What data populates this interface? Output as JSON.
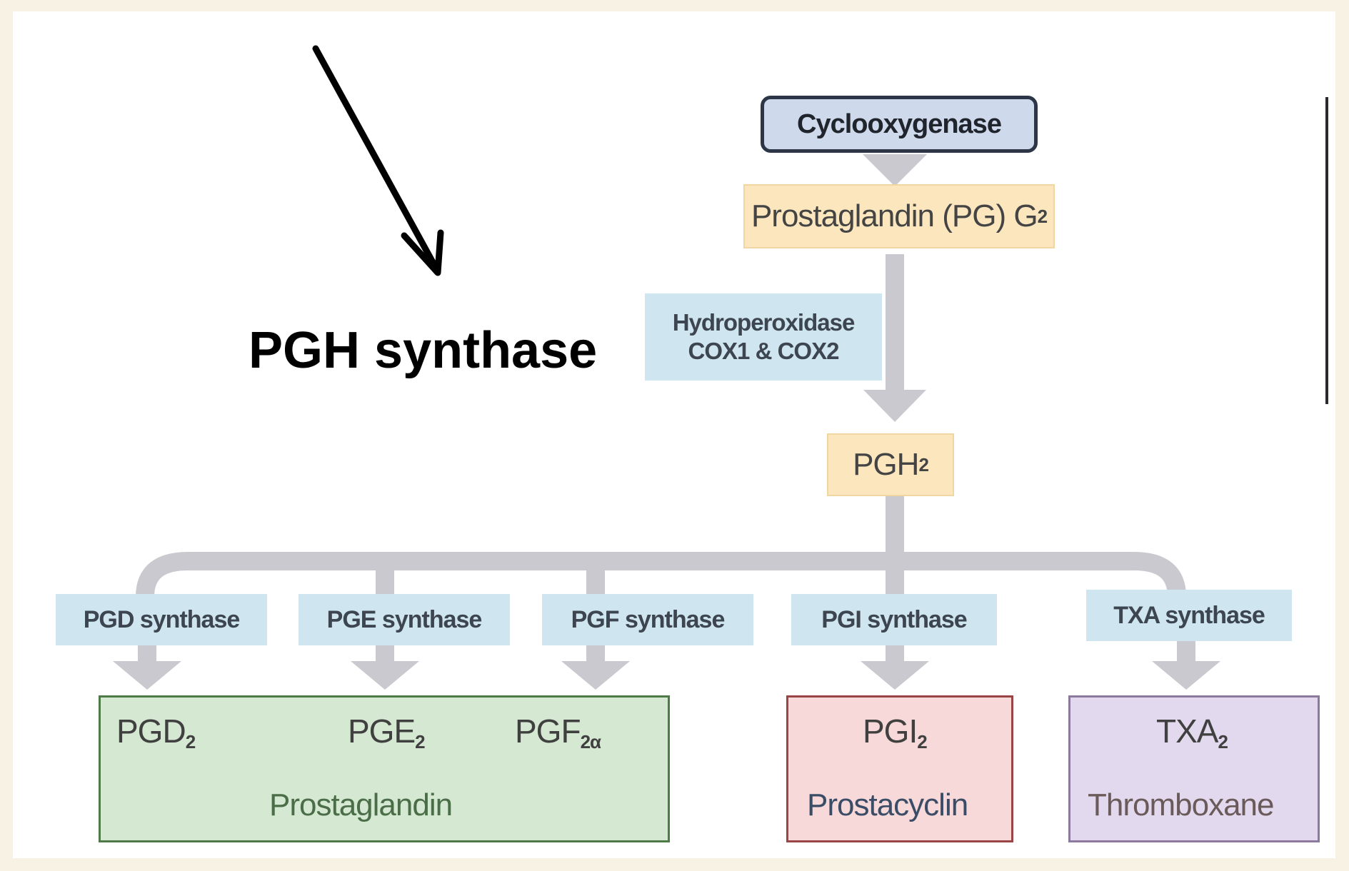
{
  "annotation": {
    "label": "PGH synthase"
  },
  "pathway": {
    "top_enzyme": "Cyclooxygenase",
    "pgg2": {
      "text": "Prostaglandin (PG) G",
      "sub": "2"
    },
    "hydroperoxidase": {
      "line1": "Hydroperoxidase",
      "line2": "COX1 & COX2"
    },
    "pgh2": {
      "text": "PGH",
      "sub": "2"
    },
    "synthases": [
      "PGD synthase",
      "PGE synthase",
      "PGF synthase",
      "PGI synthase",
      "TXA synthase"
    ],
    "products": {
      "pgd2": {
        "text": "PGD",
        "sub": "2"
      },
      "pge2": {
        "text": "PGE",
        "sub": "2"
      },
      "pgf2a": {
        "text": "PGF",
        "sub": "2α"
      },
      "pgi2": {
        "text": "PGI",
        "sub": "2"
      },
      "txa2": {
        "text": "TXA",
        "sub": "2"
      }
    },
    "groups": {
      "prostaglandin": "Prostaglandin",
      "prostacyclin": "Prostacyclin",
      "thromboxane": "Thromboxane"
    }
  },
  "colors": {
    "arrow": "#c9c9cf",
    "annotation_arrow": "#000000",
    "enzyme_fill": "#cfe6f1",
    "intermediate_fill": "#fbe6bd"
  }
}
